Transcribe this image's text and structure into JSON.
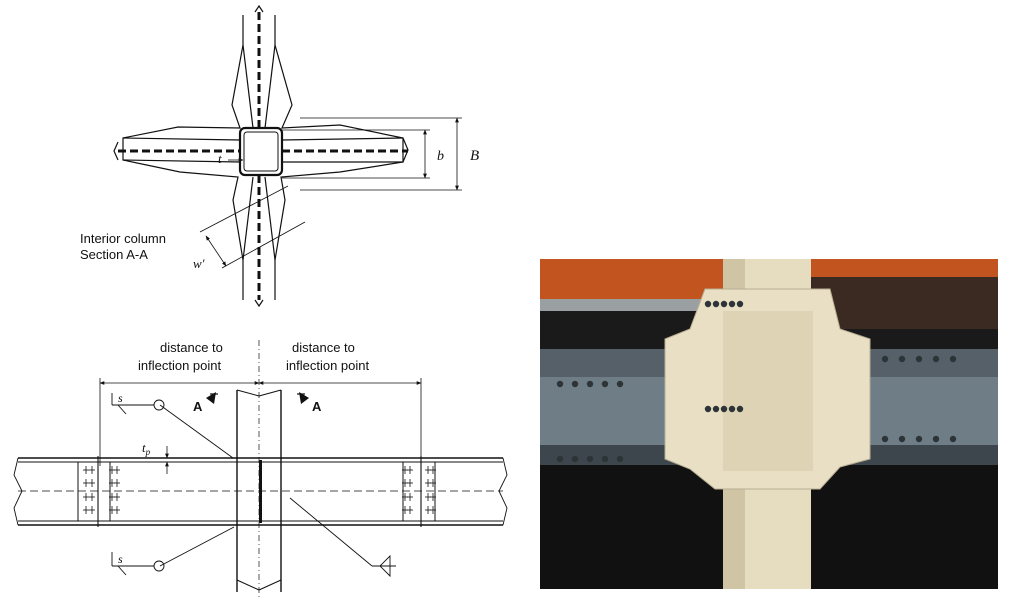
{
  "section_view": {
    "caption_line1": "Interior column",
    "caption_line2": "Section A-A",
    "label_t": "t",
    "label_b": "b",
    "label_B": "B",
    "label_w": "w′"
  },
  "elevation_view": {
    "left_dim_line1": "distance to",
    "left_dim_line2": "inflection point",
    "right_dim_line1": "distance to",
    "right_dim_line2": "inflection point",
    "section_mark_left": "A",
    "section_mark_right": "A",
    "label_tp": "t",
    "label_tp_sub": "p",
    "weld_symbol_top": "s",
    "weld_symbol_bottom": "s"
  },
  "photo": {
    "colors": {
      "sky": "#c2541f",
      "girder": "#6f7d86",
      "column": "#e6dcbf",
      "shadow": "#111111",
      "timber": "#3a2a22"
    }
  }
}
